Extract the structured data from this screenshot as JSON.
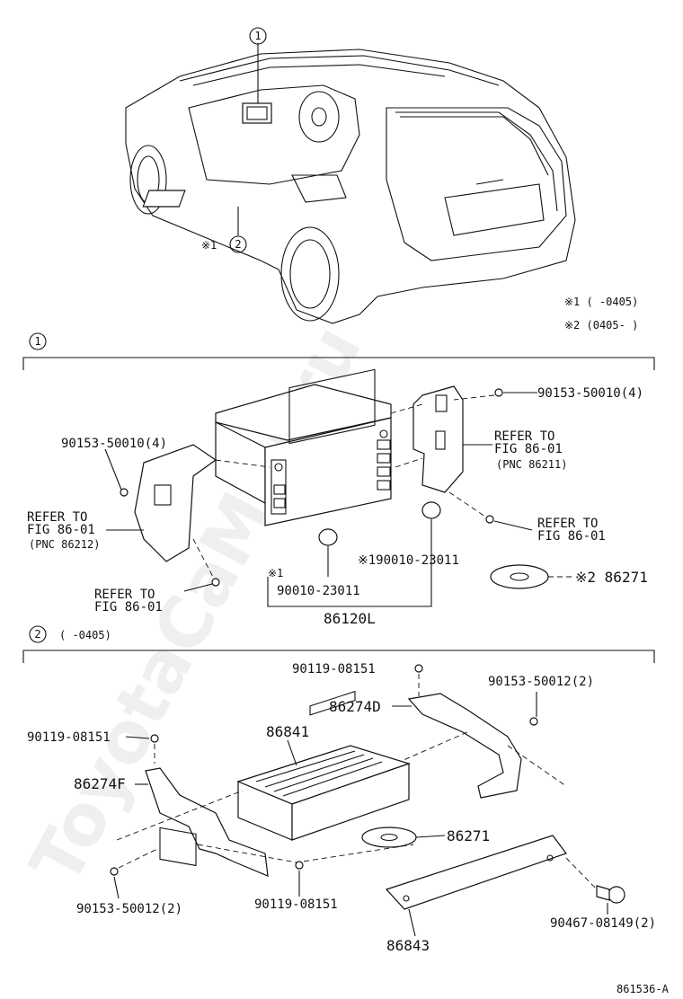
{
  "watermark": "ToyotaCaMRi.ru",
  "callouts": {
    "c1": "1",
    "c2": "2"
  },
  "top": {
    "note_star1_mark": "※1",
    "legend_line1": "※1 (    -0405)",
    "legend_line2": "※2 (0405-     )"
  },
  "section1": {
    "header": "( )",
    "bolt_right_top": "90153-50010(4)",
    "bolt_left": "90153-50010(4)",
    "refer_right_1": "REFER TO",
    "refer_right_2": "FIG 86-01",
    "refer_right_3": "(PNC 86211)",
    "refer_left_1": "REFER TO",
    "refer_left_2": "FIG 86-01",
    "refer_left_3": "(PNC 86212)",
    "refer_right_low_1": "REFER TO",
    "refer_right_low_2": "FIG 86-01",
    "refer_bottom_1": "REFER TO",
    "refer_bottom_2": "FIG 86-01",
    "star1_label": "※1",
    "knob_left": "90010-23011",
    "knob_right": "※190010-23011",
    "disc_label": "※2 86271",
    "assembly": "86120L"
  },
  "section2": {
    "header": "(    -0405)",
    "screw_top": "90119-08151",
    "bolt_top_right": "90153-50012(2)",
    "bracket_right": "86274D",
    "screw_left": "90119-08151",
    "unit": "86841",
    "bracket_left": "86274F",
    "disc": "86271",
    "bolt_bottom_left": "90153-50012(2)",
    "screw_bottom": "90119-08151",
    "cover": "86843",
    "clip": "90467-08149(2)"
  },
  "footer": {
    "code": "861536-A"
  }
}
